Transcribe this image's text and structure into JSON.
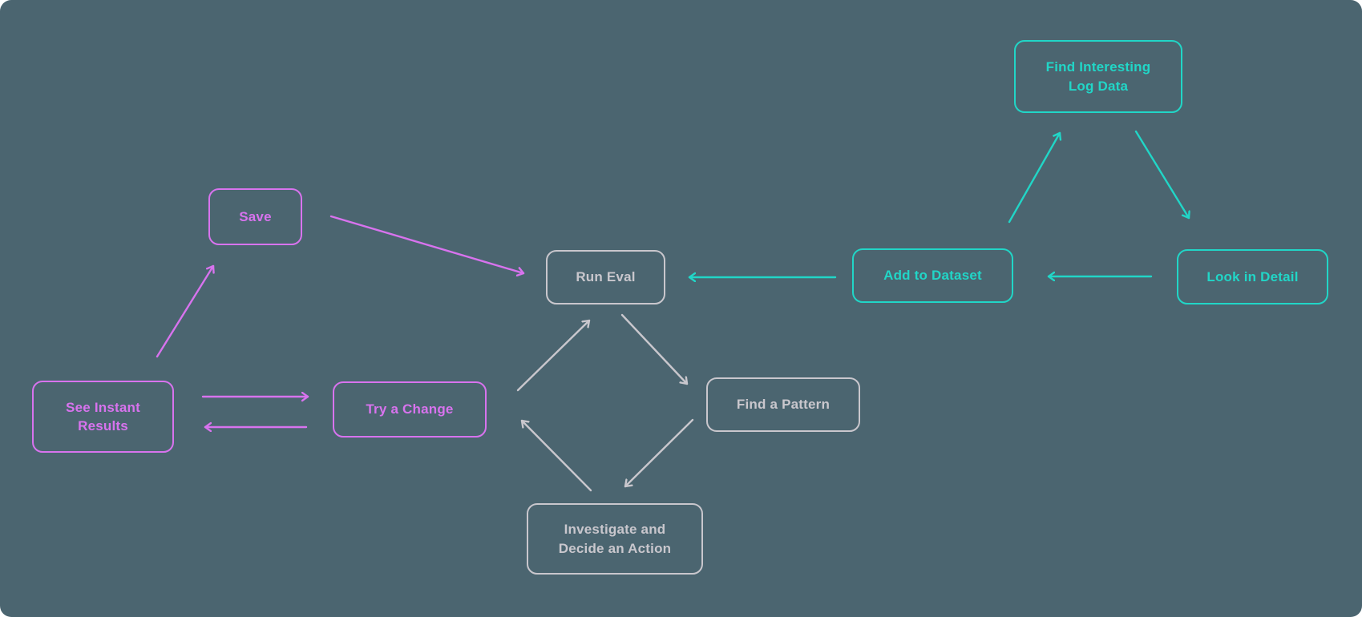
{
  "diagram": {
    "background_color": "#4b6570",
    "colors": {
      "teal": "#21d6c7",
      "purple": "#d873ee",
      "gray": "#c9c7cd"
    },
    "nodes": [
      {
        "id": "find-interesting-log-data",
        "label": "Find Interesting\nLog Data",
        "color": "teal"
      },
      {
        "id": "add-to-dataset",
        "label": "Add to Dataset",
        "color": "teal"
      },
      {
        "id": "look-in-detail",
        "label": "Look in Detail",
        "color": "teal"
      },
      {
        "id": "run-eval",
        "label": "Run Eval",
        "color": "gray"
      },
      {
        "id": "save",
        "label": "Save",
        "color": "purple"
      },
      {
        "id": "see-instant-results",
        "label": "See Instant\nResults",
        "color": "purple"
      },
      {
        "id": "try-a-change",
        "label": "Try a Change",
        "color": "purple"
      },
      {
        "id": "find-a-pattern",
        "label": "Find a Pattern",
        "color": "gray"
      },
      {
        "id": "investigate-and-decide-an-action",
        "label": "Investigate and\nDecide an Action",
        "color": "gray"
      }
    ],
    "edges": [
      {
        "from": "add-to-dataset",
        "to": "find-interesting-log-data",
        "color": "teal"
      },
      {
        "from": "find-interesting-log-data",
        "to": "look-in-detail",
        "color": "teal"
      },
      {
        "from": "look-in-detail",
        "to": "add-to-dataset",
        "color": "teal"
      },
      {
        "from": "add-to-dataset",
        "to": "run-eval",
        "color": "teal"
      },
      {
        "from": "see-instant-results",
        "to": "save",
        "color": "purple"
      },
      {
        "from": "save",
        "to": "run-eval",
        "color": "purple"
      },
      {
        "from": "see-instant-results",
        "to": "try-a-change",
        "color": "purple"
      },
      {
        "from": "try-a-change",
        "to": "see-instant-results",
        "color": "purple"
      },
      {
        "from": "try-a-change",
        "to": "run-eval",
        "color": "gray"
      },
      {
        "from": "run-eval",
        "to": "find-a-pattern",
        "color": "gray"
      },
      {
        "from": "find-a-pattern",
        "to": "investigate-and-decide-an-action",
        "color": "gray"
      },
      {
        "from": "investigate-and-decide-an-action",
        "to": "try-a-change",
        "color": "gray"
      }
    ]
  }
}
